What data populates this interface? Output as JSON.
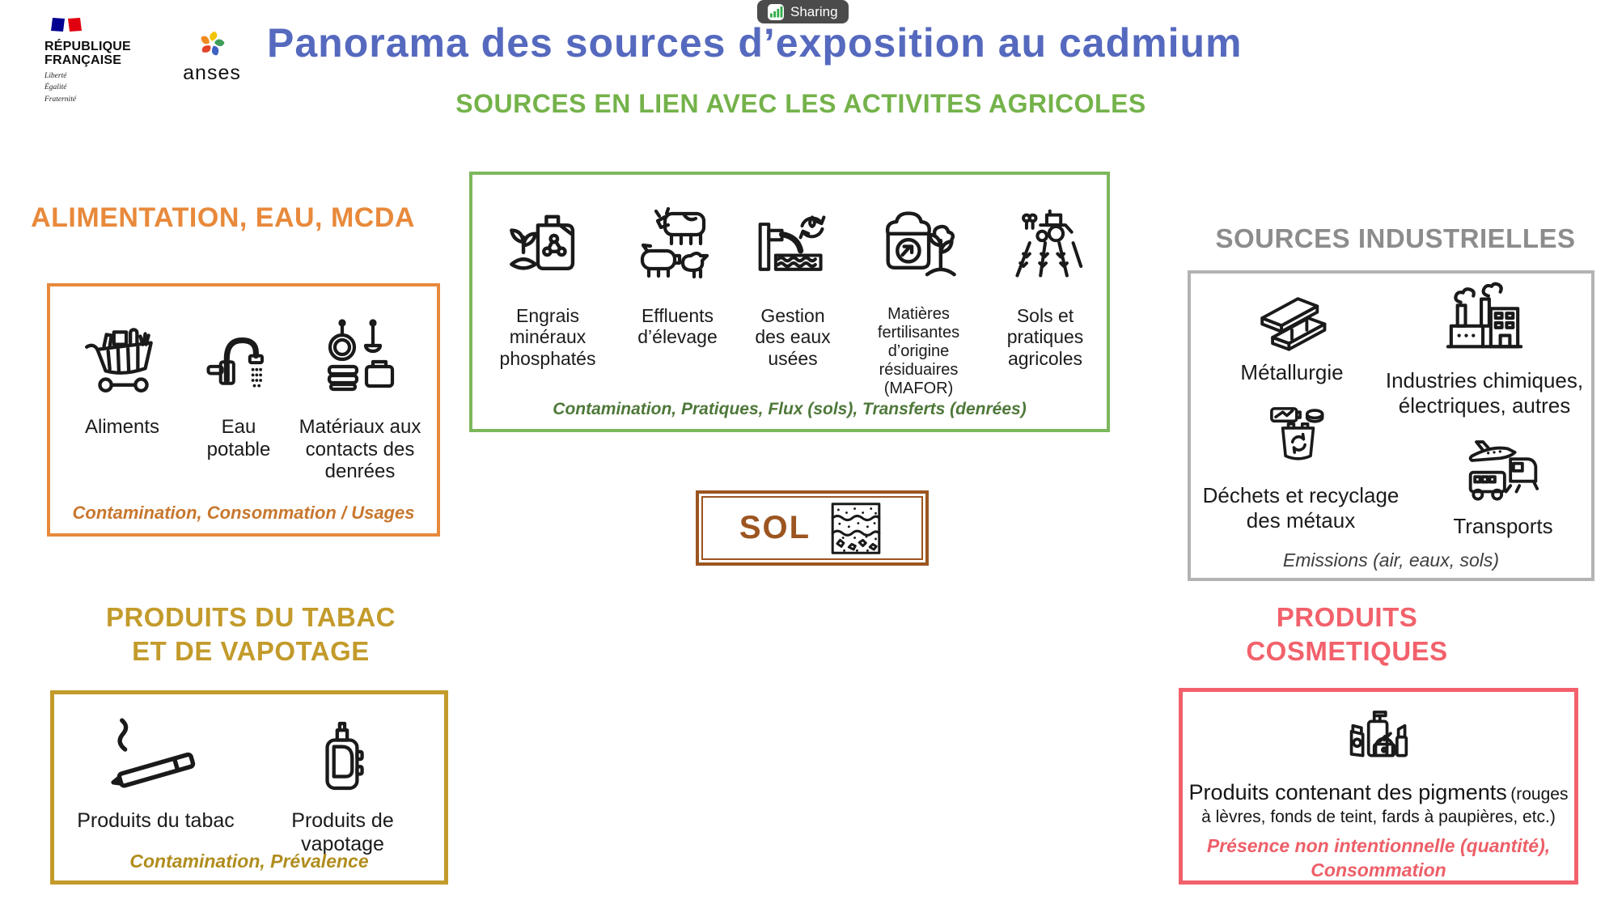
{
  "sharing": {
    "label": "Sharing"
  },
  "logos": {
    "republique": {
      "line1": "RÉPUBLIQUE",
      "line2": "FRANÇAISE",
      "motto": [
        "Liberté",
        "Égalité",
        "Fraternité"
      ]
    },
    "anses": "anses"
  },
  "title": "Panorama des sources d’exposition au cadmium",
  "sections": {
    "agricole": {
      "heading": "SOURCES EN LIEN AVEC LES ACTIVITES AGRICOLES",
      "items": [
        {
          "label": "Engrais minéraux phosphatés",
          "icon": "fertilizer-can-icon"
        },
        {
          "label": "Effluents d’élevage",
          "icon": "livestock-icon"
        },
        {
          "label": "Gestion des eaux usées",
          "icon": "wastewater-icon"
        },
        {
          "label": "Matières fertilisantes d’origine résiduaires (MAFOR)",
          "icon": "organic-fertilizer-bag-icon"
        },
        {
          "label": "Sols et pratiques agricoles",
          "icon": "tractor-field-icon"
        }
      ],
      "caption": "Contamination, Pratiques, Flux (sols), Transferts (denrées)"
    },
    "alimentation": {
      "heading": "ALIMENTATION, EAU, MCDA",
      "items": [
        {
          "label": "Aliments",
          "icon": "shopping-cart-icon"
        },
        {
          "label": "Eau potable",
          "icon": "faucet-icon"
        },
        {
          "label": "Matériaux aux contacts des denrées",
          "icon": "cookware-icon"
        }
      ],
      "caption": "Contamination, Consommation / Usages"
    },
    "sol": {
      "label": "SOL",
      "icon": "soil-layers-icon"
    },
    "industrielles": {
      "heading": "SOURCES INDUSTRIELLES",
      "items": [
        {
          "label": "Métallurgie",
          "icon": "steel-beam-icon"
        },
        {
          "label": "Industries chimiques, électriques, autres",
          "icon": "factory-icon"
        },
        {
          "label": "Déchets et recyclage des métaux",
          "icon": "metal-recycling-icon"
        },
        {
          "label": "Transports",
          "icon": "transport-icon"
        }
      ],
      "caption": "Emissions (air, eaux, sols)"
    },
    "tabac": {
      "heading_line1": "PRODUITS DU TABAC",
      "heading_line2": "ET DE VAPOTAGE",
      "items": [
        {
          "label": "Produits du tabac",
          "icon": "cigarette-icon"
        },
        {
          "label": "Produits de vapotage",
          "icon": "vape-icon"
        }
      ],
      "caption": "Contamination, Prévalence"
    },
    "cosmetiques": {
      "heading_line1": "PRODUITS",
      "heading_line2": "COSMETIQUES",
      "item_main": "Produits contenant des pigments",
      "item_detail": "(rouges à lèvres,  fonds de teint, fards à paupières, etc.)",
      "icon": "cosmetics-icon",
      "caption_line1": "Présence non intentionnelle (quantité),",
      "caption_line2": "Consommation"
    }
  },
  "colors": {
    "title_blue": "#5569BE",
    "green": "#7CB85C",
    "green_caption": "#4E7839",
    "orange": "#E8893B",
    "orange_caption": "#C8772E",
    "gray_heading": "#8C8C8C",
    "gray_border": "#B3B3B3",
    "gold": "#C39B2B",
    "red": "#F2616B",
    "brown": "#9C5520",
    "badge_bg": "#4B4B4B",
    "badge_green": "#2FAE49"
  }
}
